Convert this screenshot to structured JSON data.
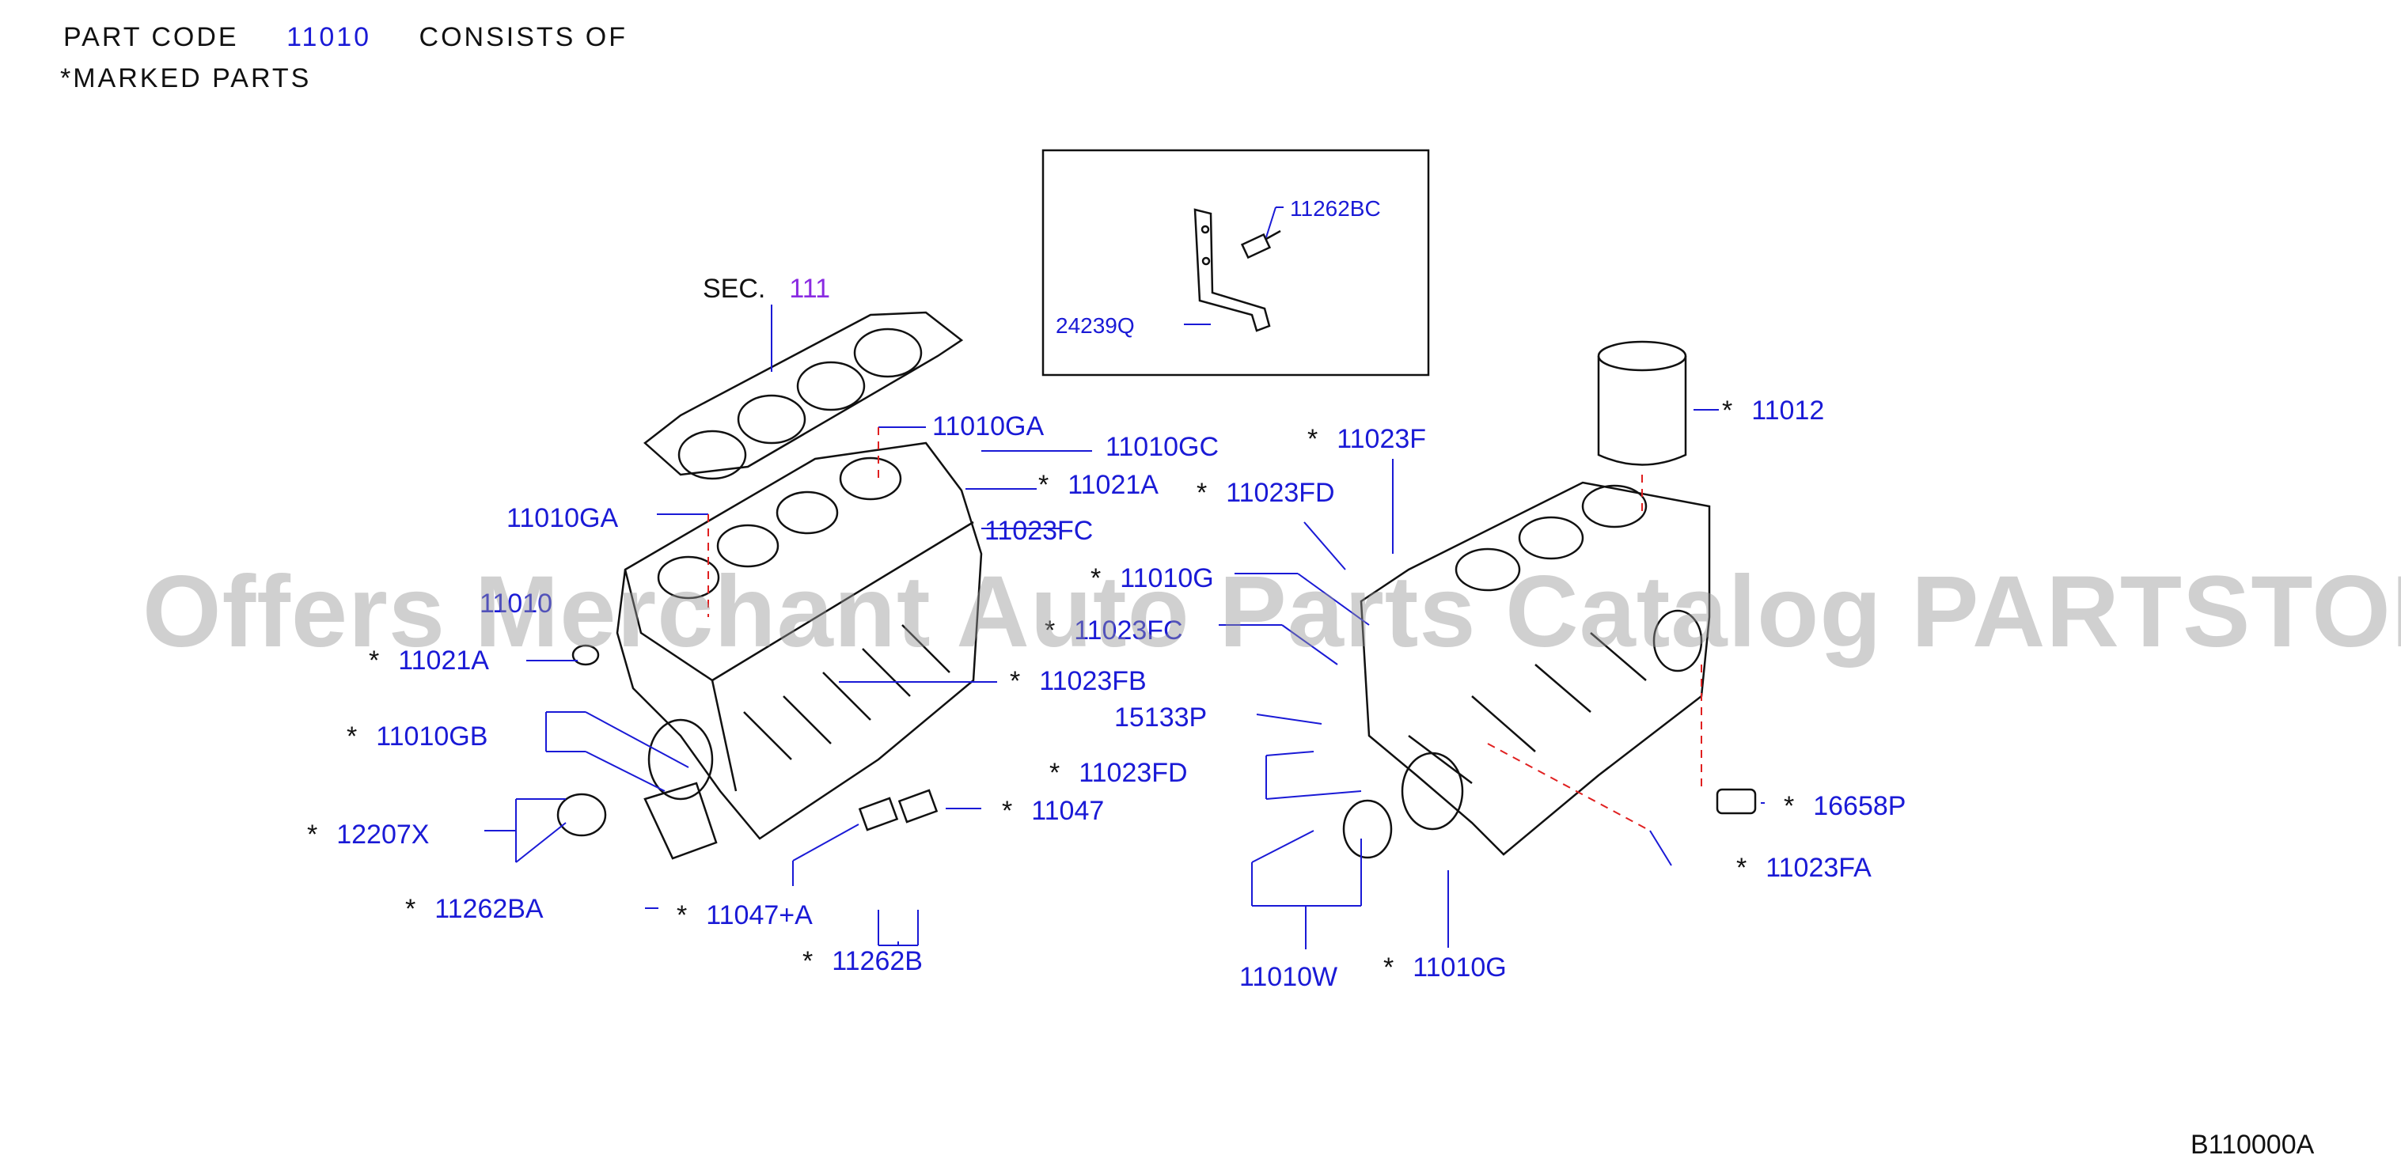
{
  "header": {
    "line1_prefix": "PART  CODE",
    "part_code": "11010",
    "line1_suffix": "CONSISTS  OF",
    "line2": "*MARKED  PARTS"
  },
  "sec_ref": {
    "label": "SEC.",
    "number": "111"
  },
  "inset_labels": {
    "bolt": "11262BC",
    "bracket": "24239Q"
  },
  "callouts": [
    {
      "code": "11010GA",
      "marked": false
    },
    {
      "code": "11010GC",
      "marked": false
    },
    {
      "code": "11021A",
      "marked": true
    },
    {
      "code": "11010GA",
      "marked": false
    },
    {
      "code": "11023FC",
      "marked": false
    },
    {
      "code": "11010",
      "marked": false
    },
    {
      "code": "11021A",
      "marked": true
    },
    {
      "code": "11023FB",
      "marked": true
    },
    {
      "code": "11010GB",
      "marked": true
    },
    {
      "code": "11023FD",
      "marked": true
    },
    {
      "code": "11047",
      "marked": true
    },
    {
      "code": "12207X",
      "marked": true
    },
    {
      "code": "11262BA",
      "marked": true
    },
    {
      "code": "11047+A",
      "marked": true
    },
    {
      "code": "11262B",
      "marked": true
    },
    {
      "code": "11023F",
      "marked": true
    },
    {
      "code": "11023FD",
      "marked": true
    },
    {
      "code": "11012",
      "marked": true
    },
    {
      "code": "11010G",
      "marked": true
    },
    {
      "code": "11023FC",
      "marked": true
    },
    {
      "code": "15133P",
      "marked": false
    },
    {
      "code": "16658P",
      "marked": true
    },
    {
      "code": "11023FA",
      "marked": true
    },
    {
      "code": "11010W",
      "marked": false
    },
    {
      "code": "11010G",
      "marked": true
    }
  ],
  "star": "*",
  "diagram_ref": "B110000A",
  "watermark": "Offers Merchant Auto Parts Catalog PARTSTORE.SA",
  "colors": {
    "label": "#1a1ad6",
    "sec_number": "#8a2be2",
    "line": "#1a1ad6",
    "drawing": "#111111",
    "dash": "#e02020"
  }
}
